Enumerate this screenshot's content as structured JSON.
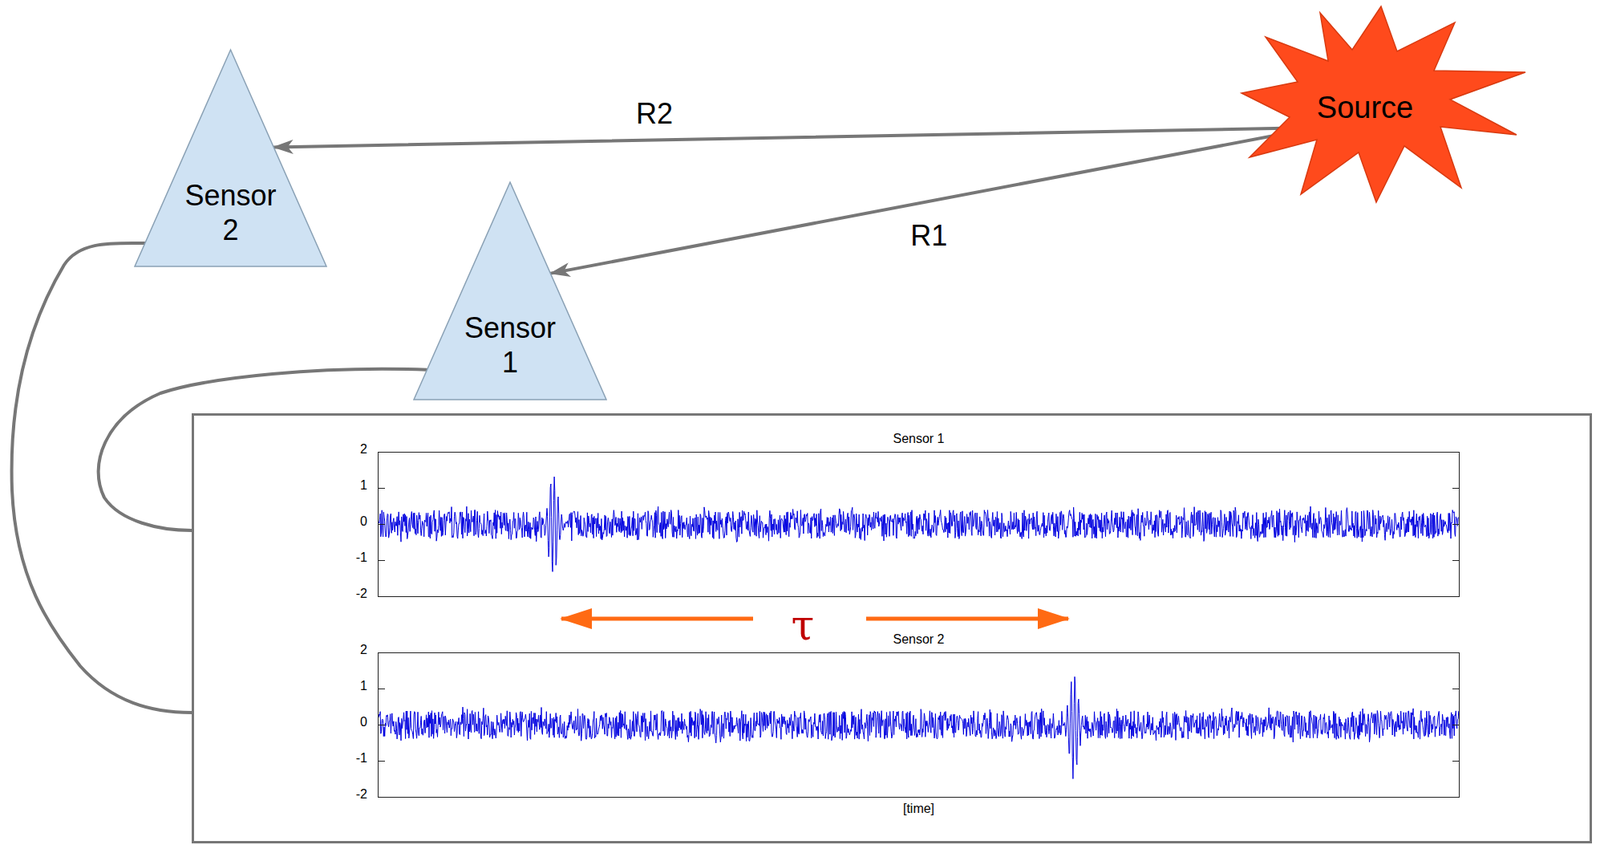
{
  "diagram": {
    "nodes": [
      {
        "text": [
          "Sensor 2"
        ]
      },
      {
        "text": [
          "Sensor 1"
        ]
      },
      {
        "text": [
          "Source"
        ]
      },
      {
        "text": [
          "τ"
        ]
      },
      {
        "text": [
          "Sensor 1"
        ],
        "in": 3
      },
      {
        "text": [
          "Sensor 2",
          "[time]"
        ],
        "in": 3
      }
    ],
    "edges": [
      {
        "from": 2,
        "to": 0,
        "arrow": "to",
        "label": "R2"
      },
      {
        "from": 2,
        "to": 1,
        "arrow": "to",
        "label": "R1"
      },
      {
        "from": 1,
        "to": 3,
        "arrow": "none"
      },
      {
        "from": 0,
        "to": 3,
        "arrow": "none"
      }
    ],
    "labels": [
      "2",
      "1",
      "0",
      "-1",
      "-2",
      "2",
      "1",
      "0",
      "-1",
      "-2"
    ]
  }
}
